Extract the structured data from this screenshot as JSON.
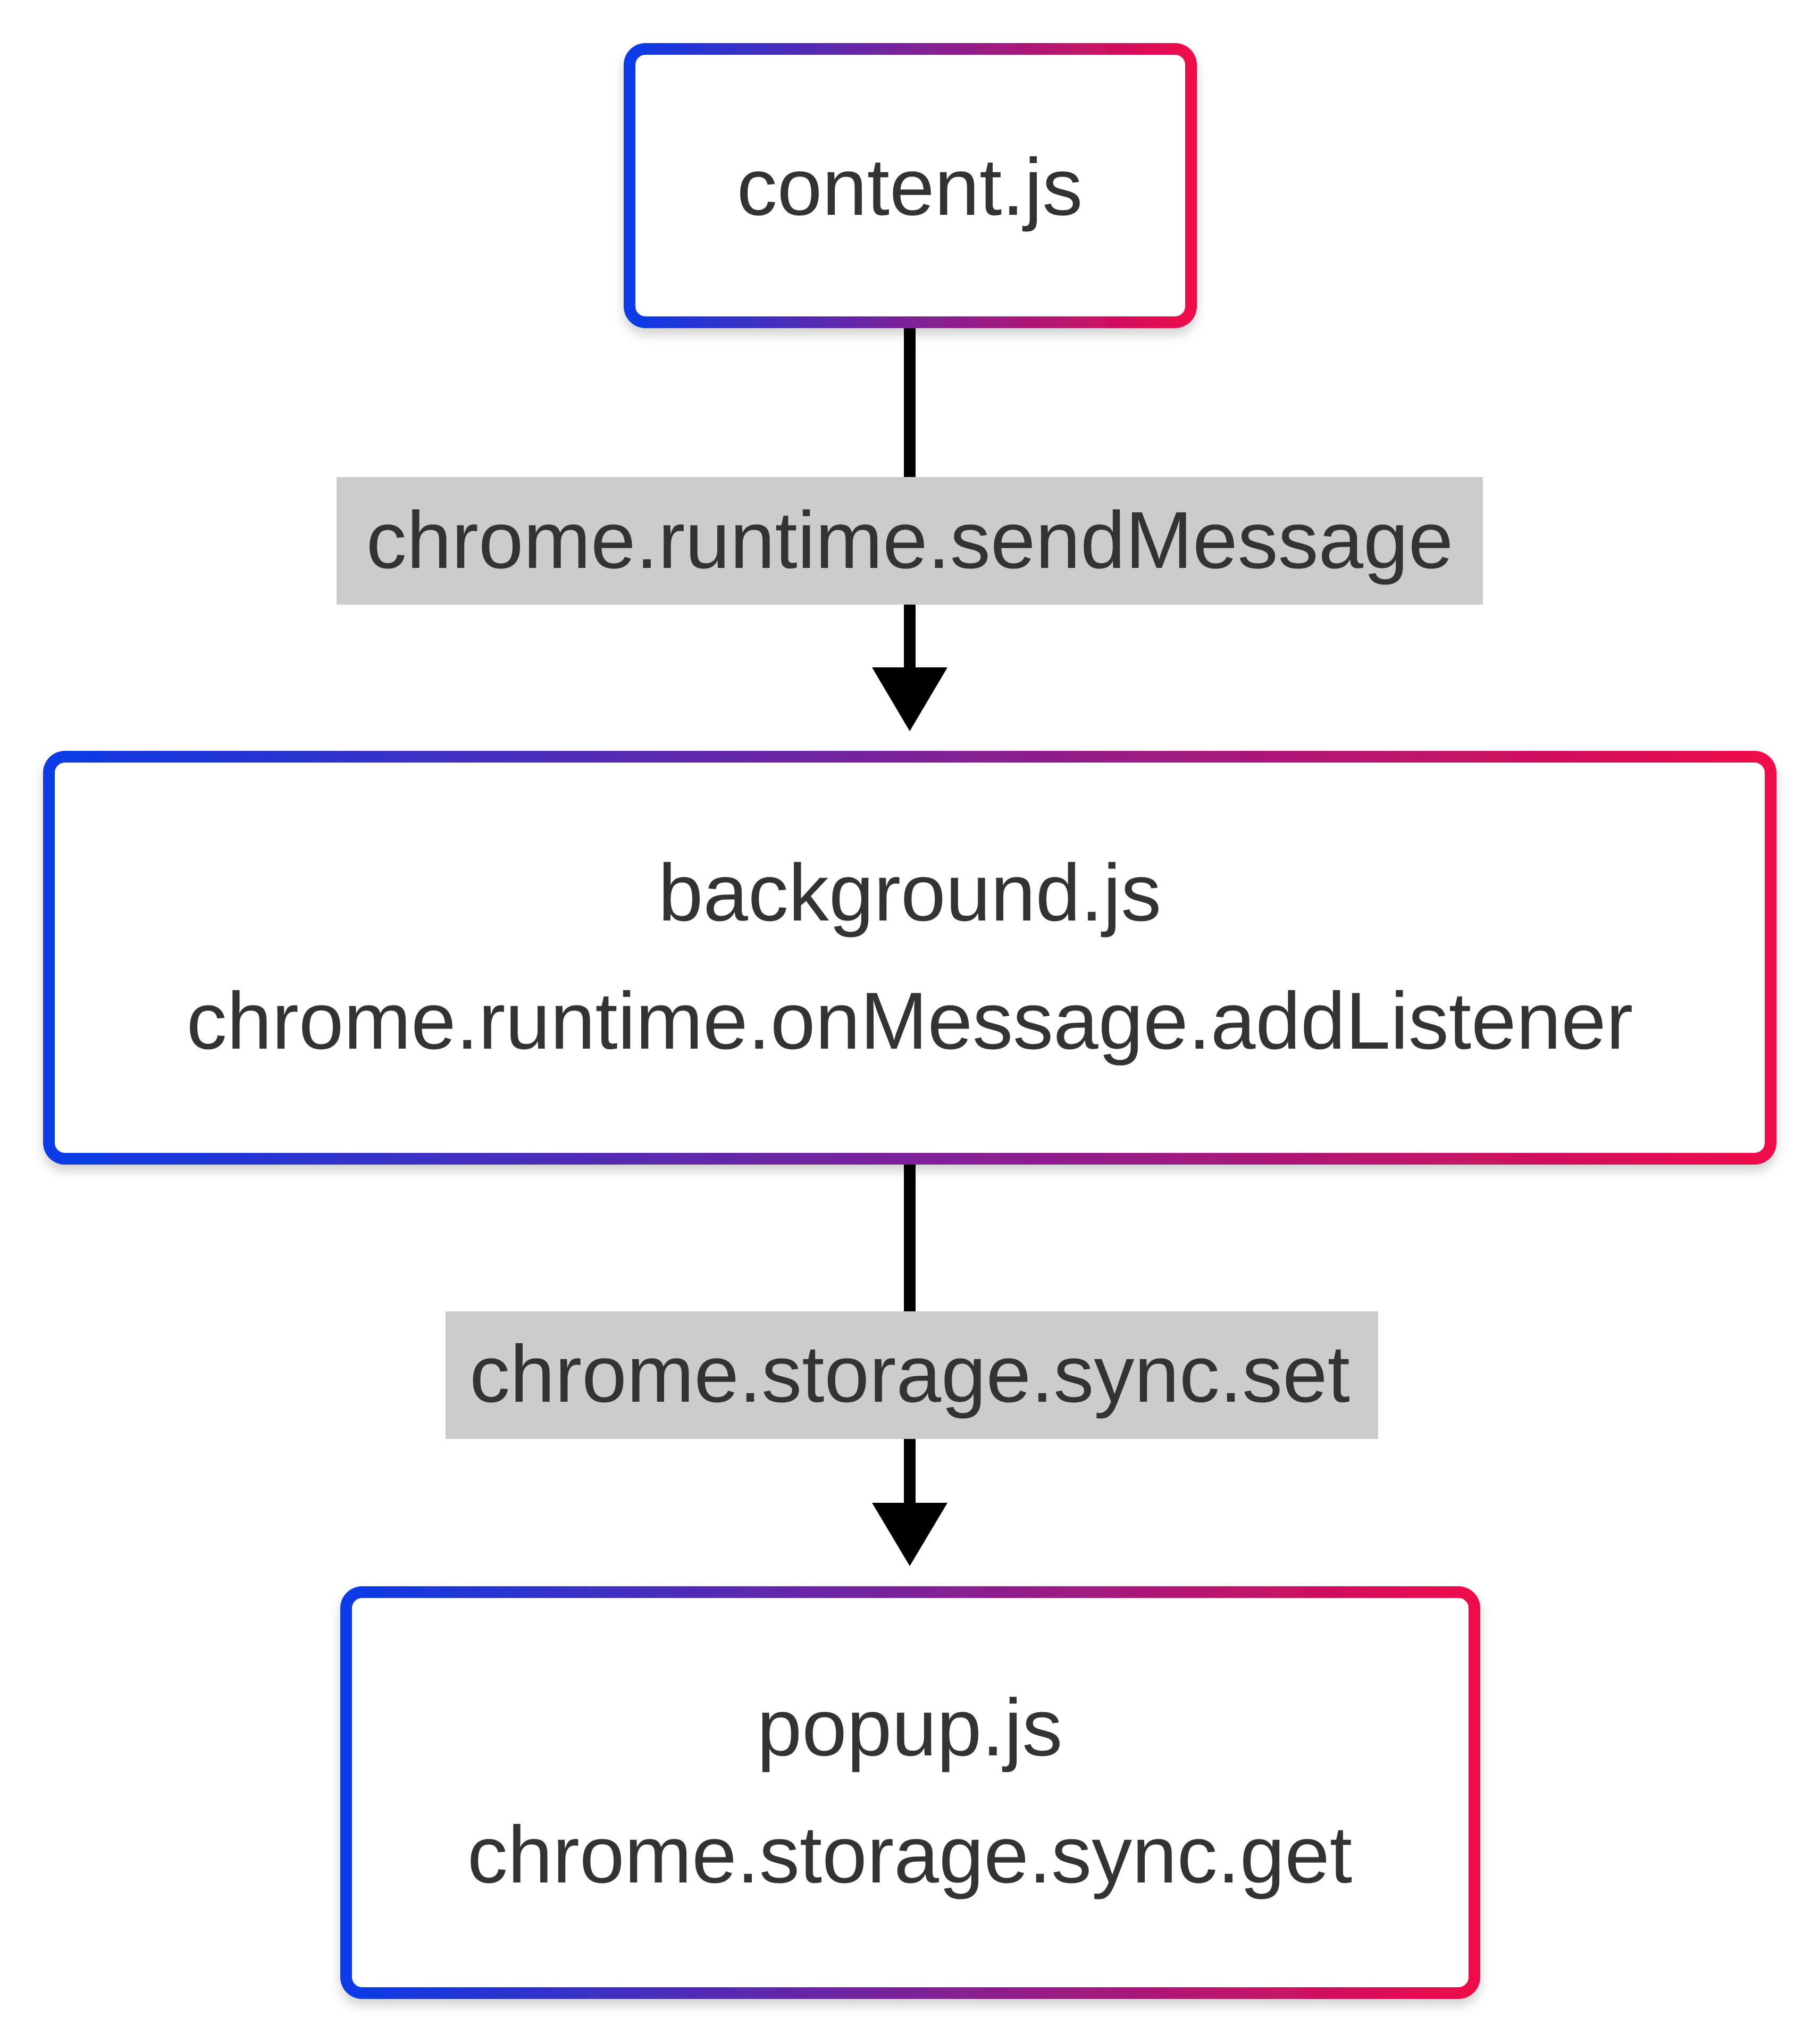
{
  "colors": {
    "gradient_start": "#0a3be6",
    "gradient_end": "#ee0a4a",
    "edge": "#000000",
    "edge_label_bg": "#cccccc",
    "text": "#333333"
  },
  "nodes": {
    "content": {
      "line1": "content.js"
    },
    "background": {
      "line1": "background.js",
      "line2": "chrome.runtime.onMessage.addListener"
    },
    "popup": {
      "line1": "popup.js",
      "line2": "chrome.storage.sync.get"
    }
  },
  "edges": {
    "content_to_background": {
      "label": "chrome.runtime.sendMessage"
    },
    "background_to_popup": {
      "label": "chrome.storage.sync.set"
    }
  }
}
